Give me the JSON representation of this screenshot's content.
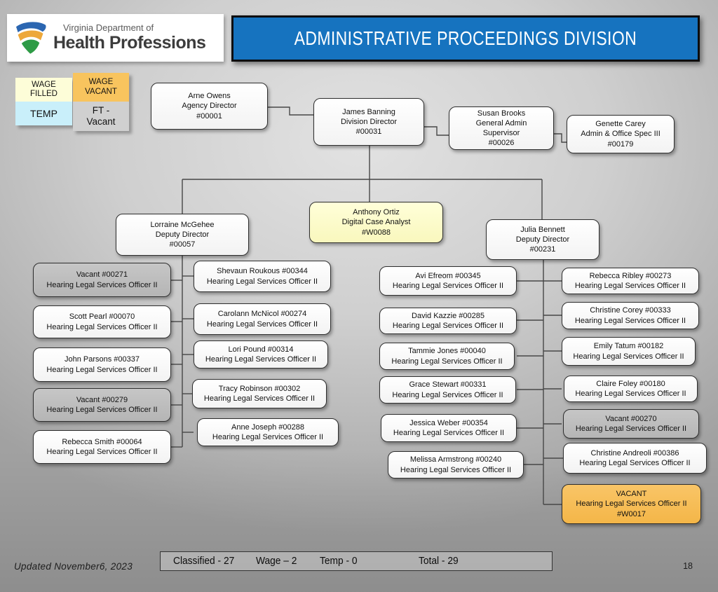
{
  "logo": {
    "top": "Virginia Department of",
    "bottom": "Health Professions"
  },
  "title": "ADMINISTRATIVE PROCEEDINGS DIVISION",
  "legend": {
    "wage_filled": "WAGE\nFILLED",
    "wage_vacant": "WAGE\nVACANT",
    "temp": "TEMP",
    "ft_vacant": "FT -\nVacant"
  },
  "leaders": {
    "arne": {
      "l1": "Arne Owens",
      "l2": "Agency Director",
      "l3": "#00001"
    },
    "james": {
      "l1": "James Banning",
      "l2": "Division Director",
      "l3": "#00031"
    },
    "susan": {
      "l1": "Susan Brooks",
      "l2": "General Admin",
      "l3": "Supervisor",
      "l4": "#00026"
    },
    "genette": {
      "l1": "Genette Carey",
      "l2": "Admin & Office Spec III",
      "l3": "#00179"
    },
    "lorraine": {
      "l1": "Lorraine McGehee",
      "l2": "Deputy Director",
      "l3": "#00057"
    },
    "anthony": {
      "l1": "Anthony Ortiz",
      "l2": "Digital Case Analyst",
      "l3": "#W0088"
    },
    "julia": {
      "l1": "Julia Bennett",
      "l2": "Deputy Director",
      "l3": "#00231"
    }
  },
  "role": "Hearing Legal Services Officer II",
  "col1": [
    {
      "name": "Vacant #00271",
      "status": "vacant"
    },
    {
      "name": "Scott Pearl #00070",
      "status": "filled"
    },
    {
      "name": "John Parsons #00337",
      "status": "filled"
    },
    {
      "name": "Vacant #00279",
      "status": "vacant"
    },
    {
      "name": "Rebecca Smith #00064",
      "status": "filled"
    }
  ],
  "col2": [
    {
      "name": "Shevaun Roukous #00344",
      "status": "filled"
    },
    {
      "name": "Carolann McNicol #00274",
      "status": "filled"
    },
    {
      "name": "Lori Pound #00314",
      "status": "filled"
    },
    {
      "name": "Tracy Robinson #00302",
      "status": "filled"
    },
    {
      "name": "Anne Joseph #00288",
      "status": "filled"
    }
  ],
  "col3": [
    {
      "name": "Avi Efreom #00345",
      "status": "filled"
    },
    {
      "name": "David Kazzie #00285",
      "status": "filled"
    },
    {
      "name": "Tammie Jones #00040",
      "status": "filled"
    },
    {
      "name": "Grace Stewart #00331",
      "status": "filled"
    },
    {
      "name": "Jessica Weber #00354",
      "status": "filled"
    },
    {
      "name": "Melissa Armstrong #00240",
      "status": "filled"
    }
  ],
  "col4": [
    {
      "name": "Rebecca Ribley #00273",
      "status": "filled"
    },
    {
      "name": "Christine Corey #00333",
      "status": "filled"
    },
    {
      "name": "Emily Tatum #00182",
      "status": "filled"
    },
    {
      "name": "Claire Foley #00180",
      "status": "filled"
    },
    {
      "name": "Vacant #00270",
      "status": "vacant"
    },
    {
      "name": "Christine Andreoli #00386",
      "status": "filled"
    }
  ],
  "wage_vacant_position": {
    "l1": "VACANT",
    "l2": "Hearing Legal Services Officer II",
    "l3": "#W0017"
  },
  "footer": {
    "updated": "Updated November6, 2023",
    "classified": "Classified - 27",
    "wage": "Wage – 2",
    "temp": "Temp - 0",
    "total": "Total - 29",
    "page": "18"
  },
  "colors": {
    "title_bg": "#1673BF",
    "wage_filled": "#FDFDD8",
    "wage_vacant": "#F8C45E",
    "temp": "#C9EFFA",
    "ft_vacant": "#BEBEBE"
  }
}
